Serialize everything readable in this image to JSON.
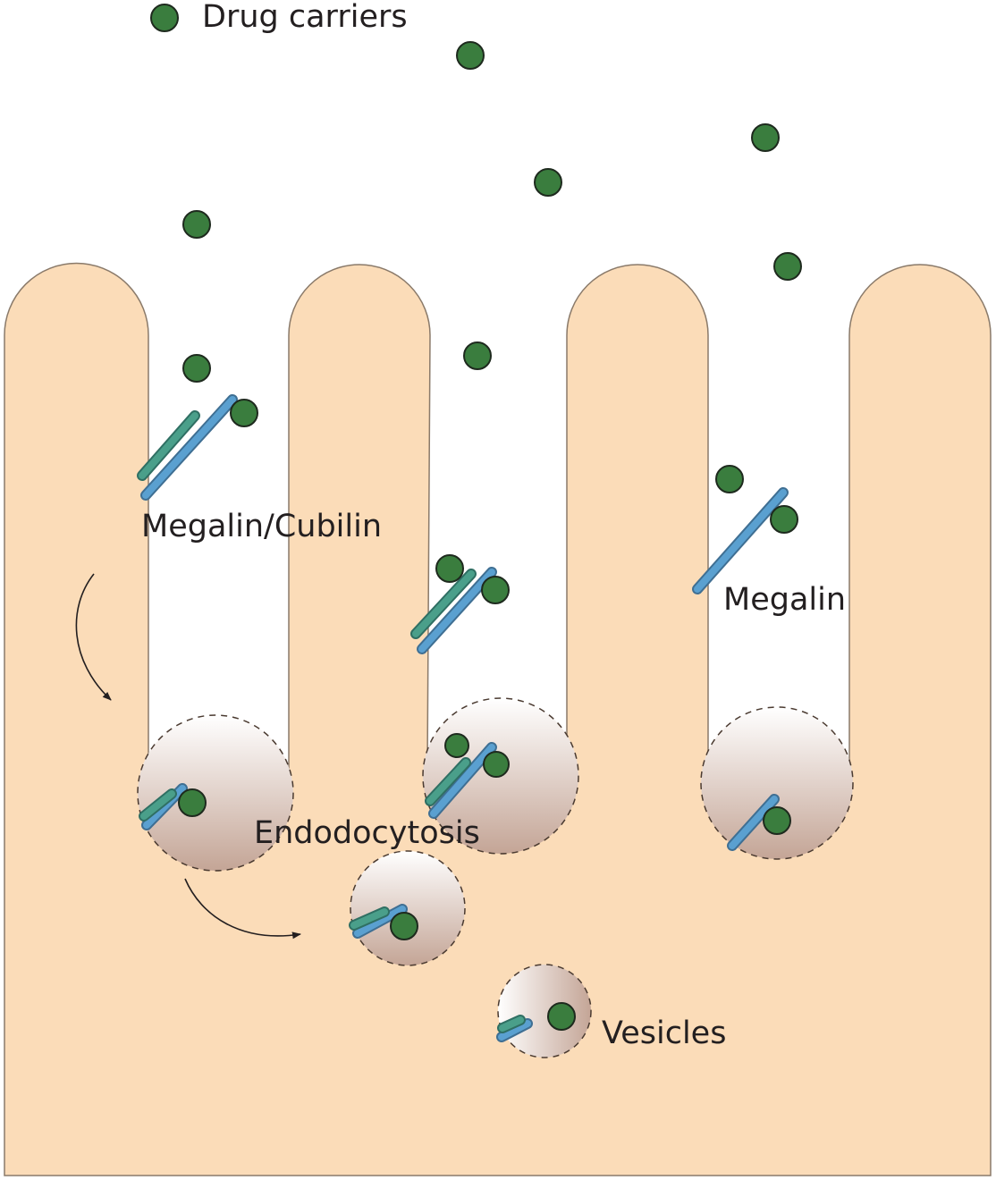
{
  "legend": {
    "label": "Drug carriers",
    "particle_color": "#3a7d3e"
  },
  "labels": {
    "megalin_cubilin": "Megalin/Cubilin",
    "megalin": "Megalin",
    "endocytosis": "Endodocytosis",
    "vesicles": "Vesicles"
  },
  "colors": {
    "cell": "#fbdcb8",
    "cell_outline": "#8a7a6a",
    "megalin_receptor": "#5aa0d0",
    "cubilin_receptor": "#4a9f8a",
    "drug_carrier": "#3a7d3e",
    "vesicle_light": "#ffffff",
    "vesicle_dark": "#c4a596"
  }
}
